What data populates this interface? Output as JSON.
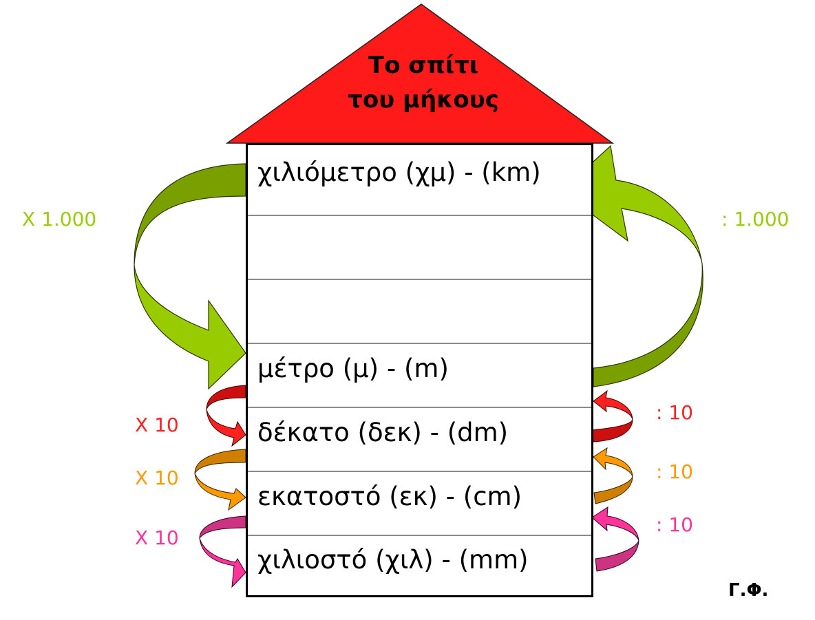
{
  "roof": {
    "title_line1": "Το σπίτι",
    "title_line2": "του μήκους",
    "color": "#ff1a1a"
  },
  "rows": [
    {
      "label": "χιλιόμετρο (χμ) - (km)"
    },
    {
      "label": ""
    },
    {
      "label": ""
    },
    {
      "label": "μέτρο (μ) - (m)"
    },
    {
      "label": "δέκατο (δεκ) - (dm)"
    },
    {
      "label": "εκατοστό (εκ) - (cm)"
    },
    {
      "label": "χιλιοστό (χιλ) - (mm)"
    }
  ],
  "conversions": {
    "left": [
      {
        "label": "X 1.000",
        "color": "#99cc00",
        "from": "km",
        "to": "m"
      },
      {
        "label": "X 10",
        "color": "#ff2020",
        "from": "m",
        "to": "dm"
      },
      {
        "label": "X 10",
        "color": "#ff9900",
        "from": "dm",
        "to": "cm"
      },
      {
        "label": "X 10",
        "color": "#ff3399",
        "from": "cm",
        "to": "mm"
      }
    ],
    "right": [
      {
        "label": ": 1.000",
        "color": "#99cc00",
        "from": "m",
        "to": "km"
      },
      {
        "label": ": 10",
        "color": "#ff2020",
        "from": "dm",
        "to": "m"
      },
      {
        "label": ": 10",
        "color": "#ff9900",
        "from": "cm",
        "to": "dm"
      },
      {
        "label": ": 10",
        "color": "#ff3399",
        "from": "mm",
        "to": "cm"
      }
    ]
  },
  "credit": "Γ.Φ."
}
